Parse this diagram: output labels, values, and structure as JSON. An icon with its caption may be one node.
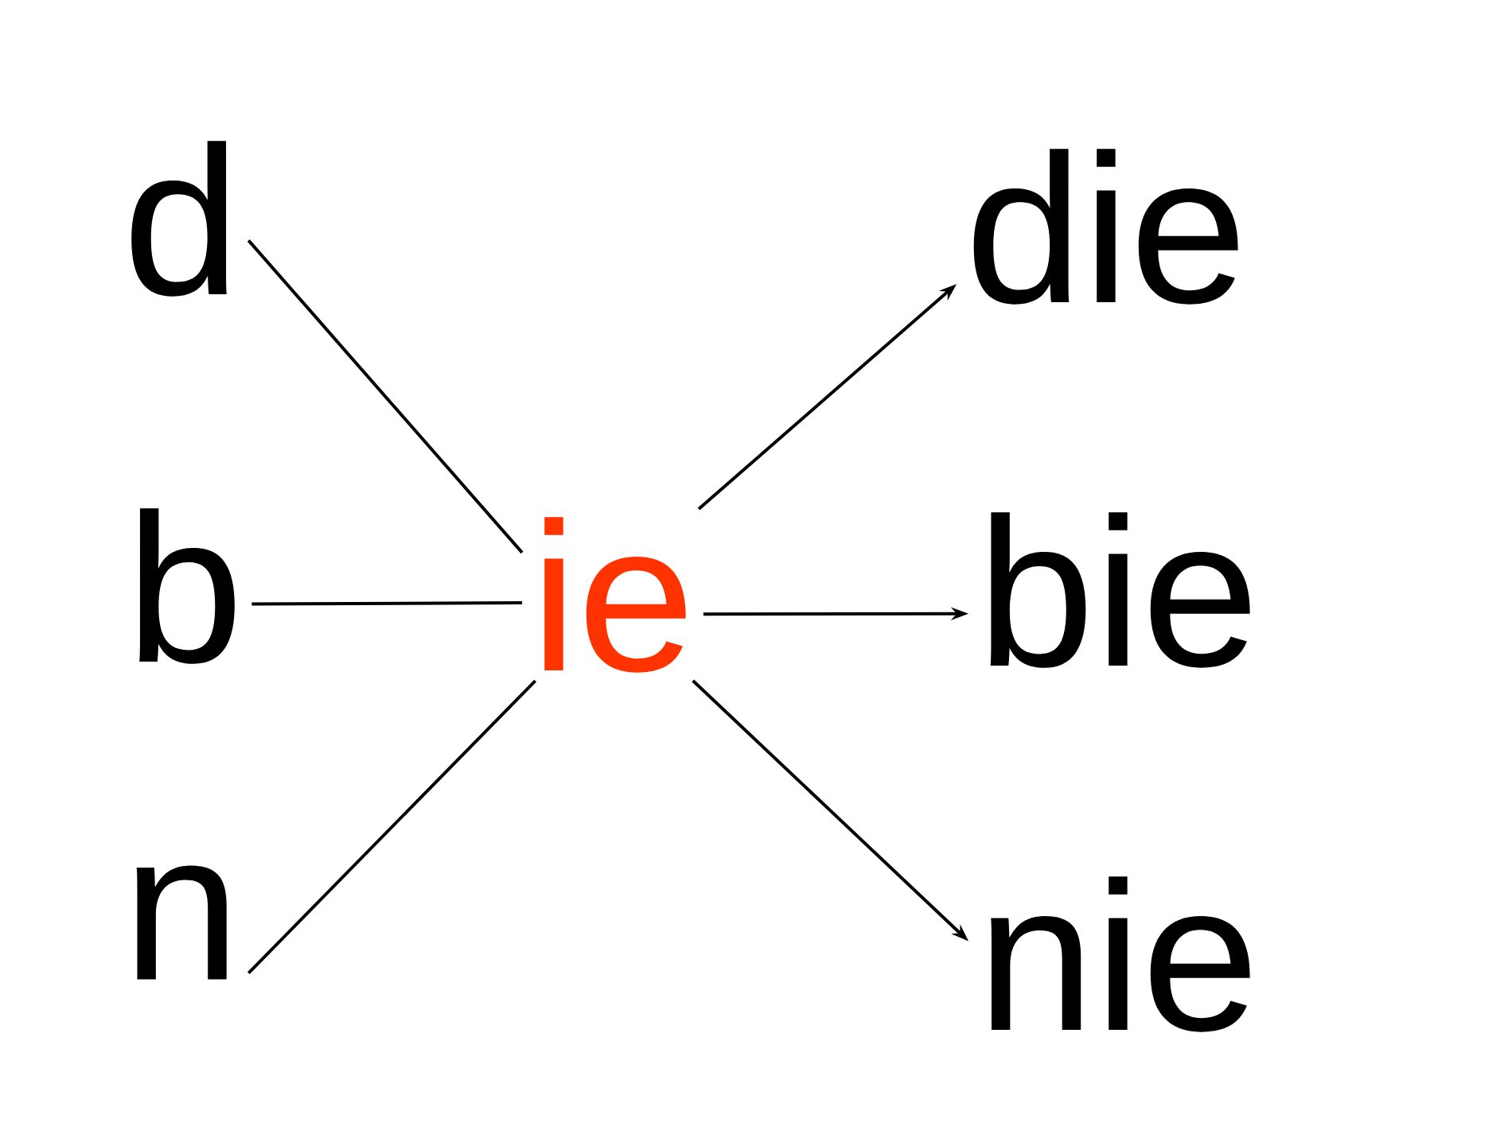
{
  "diagram": {
    "nodes": [
      {
        "text": [
          "d"
        ]
      },
      {
        "text": [
          "b"
        ]
      },
      {
        "text": [
          "n"
        ]
      },
      {
        "text": [
          "ie"
        ]
      },
      {
        "text": [
          "die"
        ]
      },
      {
        "text": [
          "bie"
        ]
      },
      {
        "text": [
          "nie"
        ]
      }
    ],
    "edges": [
      {
        "from": 0,
        "to": 3,
        "arrow": "none"
      },
      {
        "from": 1,
        "to": 3,
        "arrow": "none"
      },
      {
        "from": 2,
        "to": 3,
        "arrow": "none"
      },
      {
        "from": 3,
        "to": 4,
        "arrow": "to"
      },
      {
        "from": 3,
        "to": 5,
        "arrow": "to"
      },
      {
        "from": 3,
        "to": 6,
        "arrow": "to"
      }
    ]
  }
}
